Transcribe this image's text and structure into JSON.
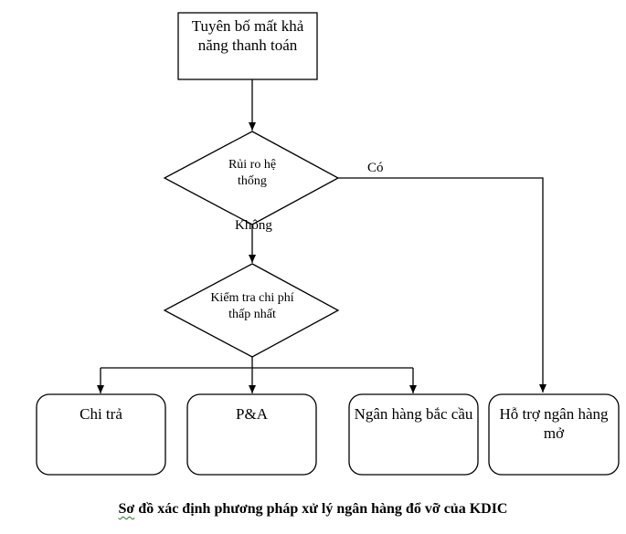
{
  "nodes": {
    "declare": "Tuyên bố mất khả năng thanh toán",
    "systemic_risk": "Rủi ro hệ thống",
    "least_cost": "Kiểm tra chi phí thấp nhất",
    "payout": "Chi trả",
    "pa": "P&A",
    "bridge_bank": "Ngân hàng bắc cầu",
    "open_bank": "Hỗ trợ ngân hàng mở"
  },
  "edges": {
    "yes": "Có",
    "no": "Không"
  },
  "caption": {
    "first_word": "Sơ",
    "rest": " đồ xác định phương pháp xử lý ngân hàng đổ vỡ của KDIC"
  }
}
